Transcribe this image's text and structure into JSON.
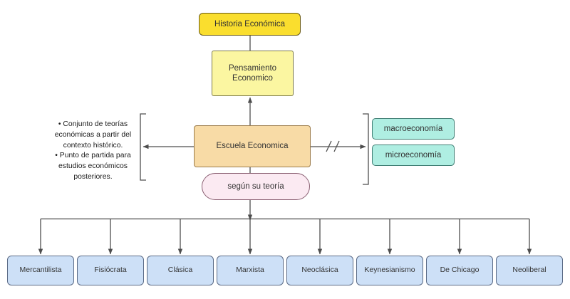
{
  "diagram": {
    "title_node": {
      "label": "Historia Económica"
    },
    "thought_node": {
      "label": "Pensamiento\nEconomico"
    },
    "thought_line1": "Pensamiento",
    "thought_line2": "Economico",
    "center_node": {
      "label": "Escuela Economica"
    },
    "theory_node": {
      "label": "según su teoría"
    },
    "definition": {
      "bullets": [
        "• Conjunto de teorías económicas a partir del contexto histórico.",
        "• Punto de partida para estudios económicos posteriores."
      ]
    },
    "scope_nodes": [
      {
        "label": "macroeconomía"
      },
      {
        "label": "microeconomía"
      }
    ],
    "break_marker": "//",
    "schools": [
      {
        "label": "Mercantilista"
      },
      {
        "label": "Fisiócrata"
      },
      {
        "label": "Clásica"
      },
      {
        "label": "Marxista"
      },
      {
        "label": "Neoclásica"
      },
      {
        "label": "Keynesianismo"
      },
      {
        "label": "De Chicago"
      },
      {
        "label": "Neoliberal"
      }
    ],
    "colors": {
      "title_fill": "#FADE2E",
      "title_stroke": "#6B5B16",
      "thought_fill": "#FBF6A1",
      "thought_stroke": "#7C7A4A",
      "center_fill": "#F8DBA6",
      "center_stroke": "#9C7C4C",
      "theory_fill": "#FBEAF2",
      "theory_stroke": "#8A5F72",
      "scope_fill": "#AFEEE2",
      "scope_stroke": "#3F7D73",
      "school_fill": "#CDE0F7",
      "school_stroke": "#5B6B86",
      "connector": "#4D4D4D",
      "background": "#FFFFFF"
    }
  }
}
